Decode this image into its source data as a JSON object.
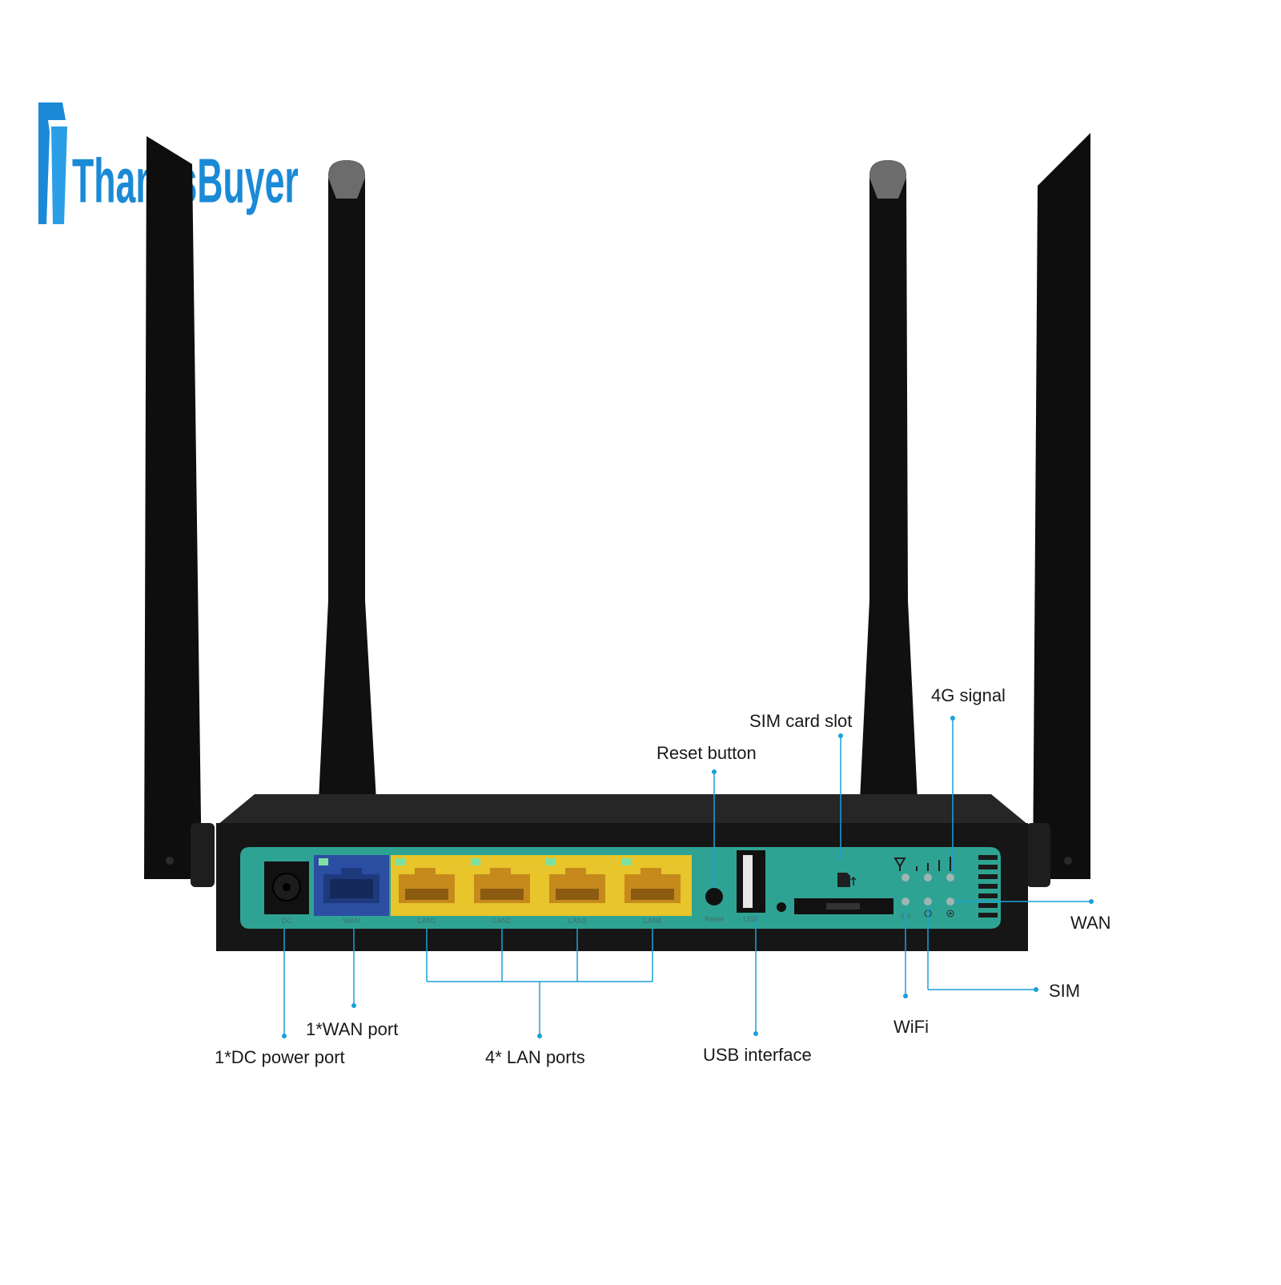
{
  "brand": {
    "logo_text": "ThanksBuyer",
    "color": "#1b8ad6"
  },
  "colors": {
    "panel": "#2fa393",
    "lan_block": "#e8c52b",
    "wan_block": "#2b4ea2",
    "leader_line": "#1aa0d8",
    "body": "#151515"
  },
  "ports": {
    "dc": "DC",
    "wan": "WAN",
    "lan": [
      "LAN1",
      "LAN2",
      "LAN3",
      "LAN4"
    ],
    "reset": "Reset",
    "usb": "USB"
  },
  "callouts": {
    "dc_power": "1*DC power port",
    "wan_port": "1*WAN port",
    "lan_ports": "4* LAN ports",
    "usb_interface": "USB interface",
    "reset_button": "Reset button",
    "sim_card_slot": "SIM card slot",
    "signal_4g": "4G signal",
    "wan_led": "WAN",
    "sim_led": "SIM",
    "wifi_led": "WiFi"
  }
}
